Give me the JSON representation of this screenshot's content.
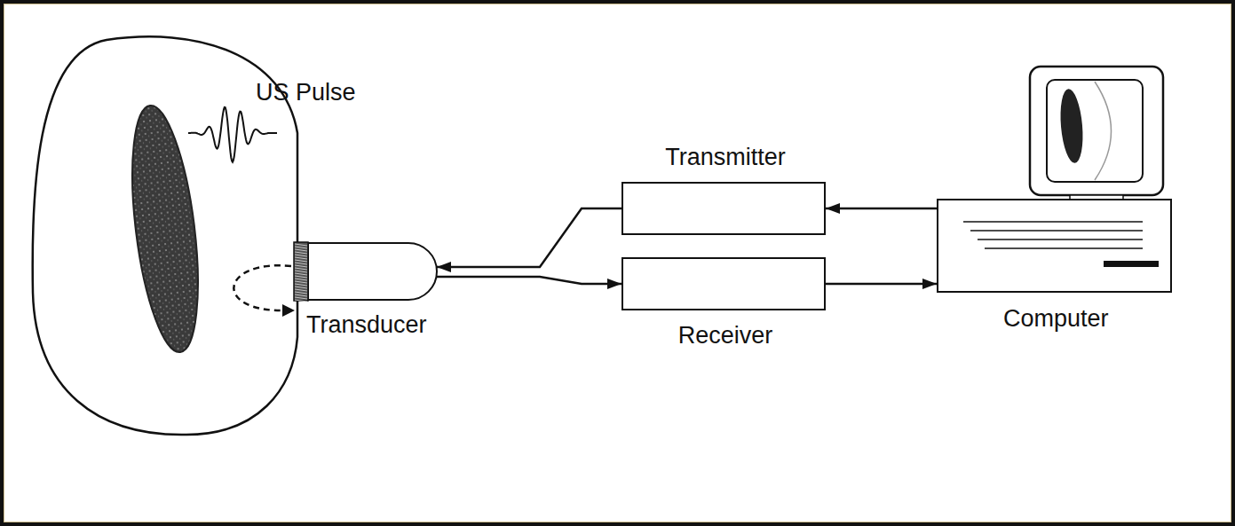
{
  "diagram": {
    "nodes": [
      {
        "text": [
          "Transducer"
        ]
      },
      {
        "text": [
          "Transmitter"
        ]
      },
      {
        "text": [
          "Receiver"
        ]
      },
      {
        "text": [
          "Computer"
        ]
      }
    ],
    "edges": [
      {
        "from": 3,
        "to": 1,
        "arrow": "to"
      },
      {
        "from": 1,
        "to": 0,
        "arrow": "to"
      },
      {
        "from": 0,
        "to": 2,
        "arrow": "to"
      },
      {
        "from": 2,
        "to": 3,
        "arrow": "to"
      }
    ],
    "labels": [
      "US Pulse"
    ]
  }
}
